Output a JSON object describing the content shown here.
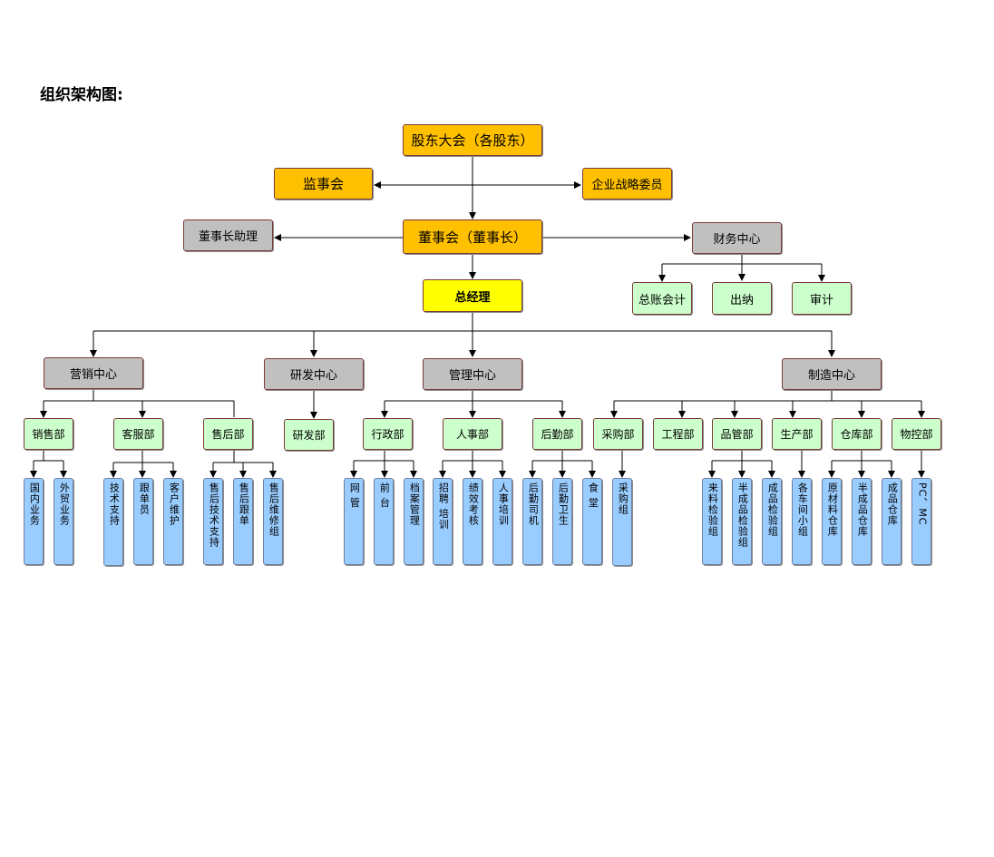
{
  "title": "组织架构图:",
  "nodes": {
    "shareholders": "股东大会（各股东）",
    "supervisors": "监事会",
    "strategy": "企业战略委员",
    "board": "董事会（董事长）",
    "chair_assistant": "董事长助理",
    "finance_center": "财务中心",
    "general_ledger": "总账会计",
    "cashier": "出纳",
    "audit": "审计",
    "gm": "总经理",
    "marketing_center": "营销中心",
    "rd_center": "研发中心",
    "admin_center": "管理中心",
    "manufacturing_center": "制造中心",
    "sales_dept": "销售部",
    "customer_service_dept": "客服部",
    "after_sales_dept": "售后部",
    "rd_dept": "研发部",
    "administration_dept": "行政部",
    "hr_dept": "人事部",
    "logistics_dept": "后勤部",
    "purchasing_dept": "采购部",
    "engineering_dept": "工程部",
    "quality_dept": "品管部",
    "production_dept": "生产部",
    "warehouse_dept": "仓库部",
    "material_control_dept": "物控部"
  },
  "leaves": {
    "domestic": "国内业务",
    "foreign": "外贸业务",
    "tech_support": "技术支持",
    "merchandiser": "跟单员",
    "customer_maintenance": "客户维护",
    "after_sales_tech": "售后技术支持",
    "after_sales_order": "售后跟单",
    "after_sales_repair": "售后维修组",
    "network_admin": "网 管",
    "front_desk": "前 台",
    "archives": "档案管理",
    "recruitment": "招聘 培训",
    "performance": "绩效考核",
    "hr_training": "人事培训",
    "logistics_driver": "后勤司机",
    "logistics_hygiene": "后勤卫生",
    "canteen": "食 堂",
    "purchase_group": "采购组",
    "incoming_qc": "来料检验组",
    "semi_qc": "半成品检验组",
    "finished_qc": "成品检验组",
    "workshop_groups": "各车间小组",
    "raw_warehouse": "原材料仓库",
    "semi_warehouse": "半成品仓库",
    "finished_warehouse": "成品仓库",
    "pmc": "PC、MC"
  }
}
